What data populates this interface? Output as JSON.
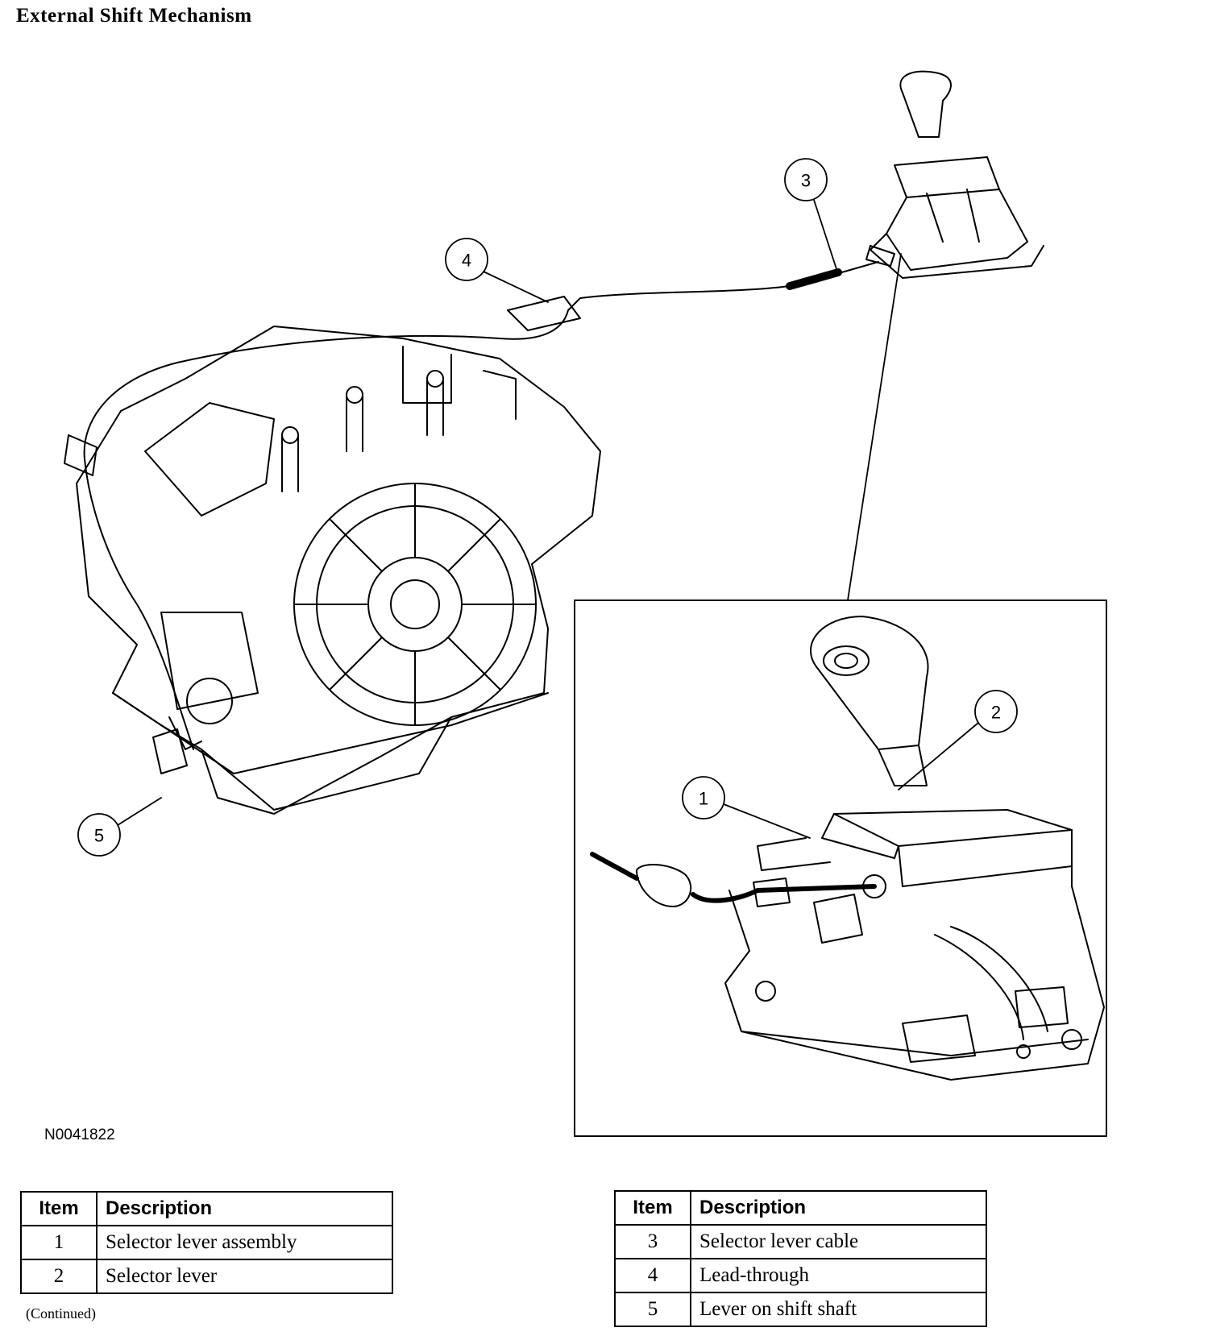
{
  "title": "External Shift Mechanism",
  "figure_id": "N0041822",
  "callouts": [
    "1",
    "2",
    "3",
    "4",
    "5"
  ],
  "legend_left": {
    "headers": {
      "item": "Item",
      "description": "Description"
    },
    "rows": [
      {
        "item": "1",
        "description": "Selector lever assembly"
      },
      {
        "item": "2",
        "description": "Selector lever"
      }
    ]
  },
  "legend_right": {
    "headers": {
      "item": "Item",
      "description": "Description"
    },
    "rows": [
      {
        "item": "3",
        "description": "Selector lever cable"
      },
      {
        "item": "4",
        "description": "Lead-through"
      },
      {
        "item": "5",
        "description": "Lever on shift shaft"
      }
    ]
  },
  "continued": "(Continued)"
}
